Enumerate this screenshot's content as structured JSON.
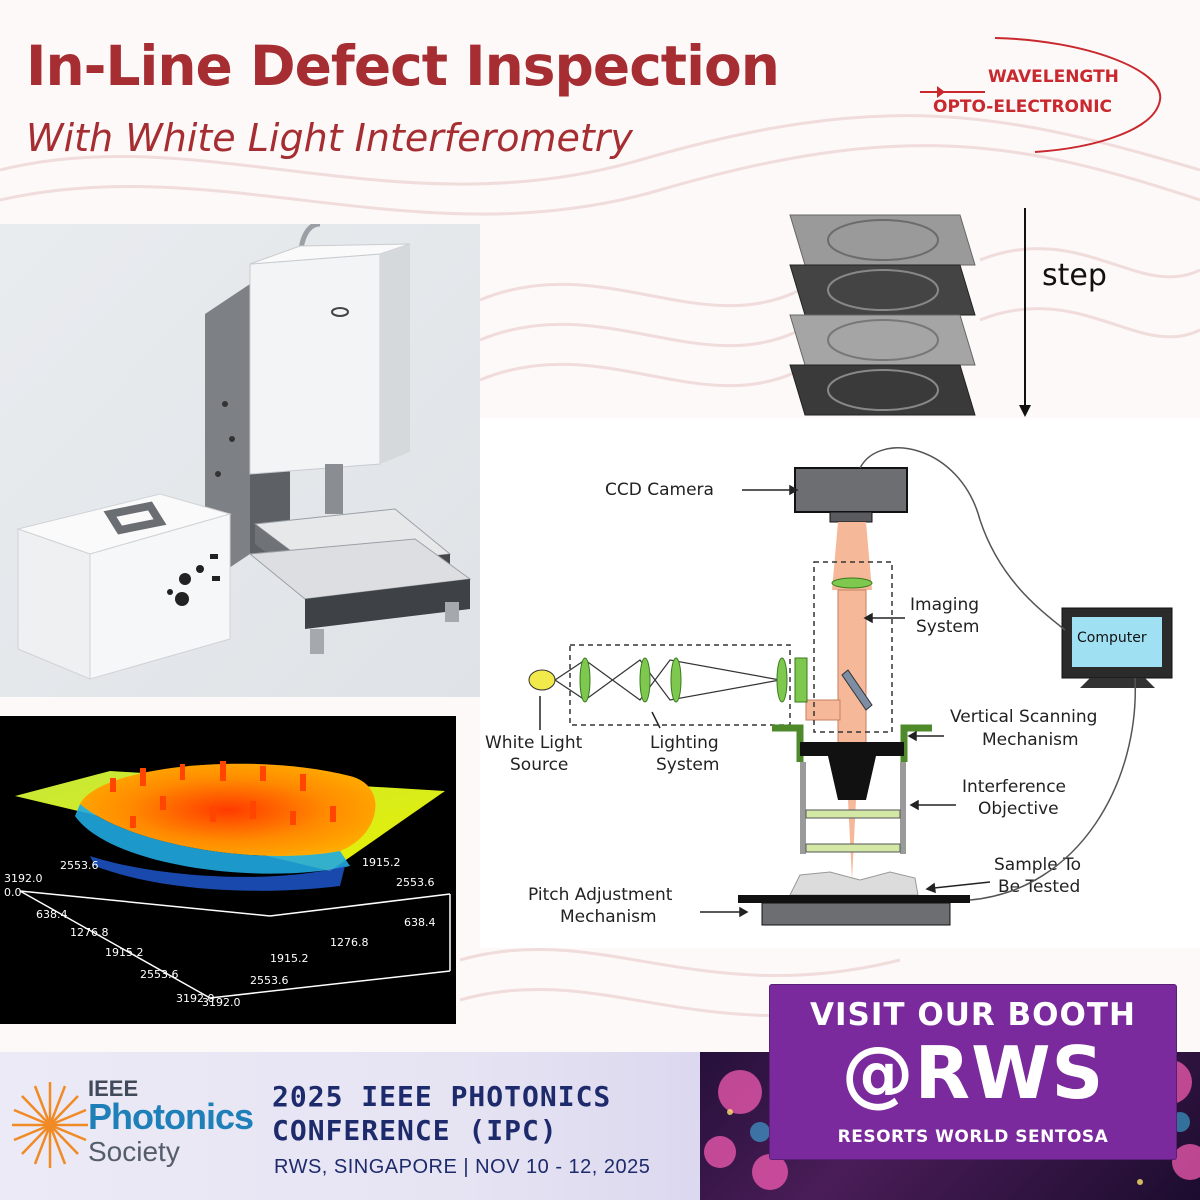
{
  "header": {
    "title": "In-Line Defect Inspection",
    "subtitle": "With White Light Interferometry"
  },
  "logo": {
    "line1": "WAVELENGTH",
    "line2": "OPTO-ELECTRONIC",
    "color": "#c8282e"
  },
  "stack_figure": {
    "label": "step"
  },
  "surface_plot": {
    "ticks_left": [
      "3192.0",
      "2553.6",
      "0.0",
      "638.4",
      "1276.8",
      "1915.2",
      "2553.6",
      "3192.0"
    ],
    "ticks_right": [
      "1915.2",
      "2553.6",
      "638.4",
      "1276.8",
      "1915.2",
      "2553.6",
      "3192.0"
    ]
  },
  "schematic": {
    "labels": {
      "ccd_camera": "CCD Camera",
      "imaging_system_1": "Imaging",
      "imaging_system_2": "System",
      "computer": "Computer",
      "vertical_scanning_1": "Vertical Scanning",
      "vertical_scanning_2": "Mechanism",
      "white_light_1": "White Light",
      "white_light_2": "Source",
      "lighting_1": "Lighting",
      "lighting_2": "System",
      "interference_1": "Interference",
      "interference_2": "Objective",
      "sample_1": "Sample To",
      "sample_2": "Be Tested",
      "pitch_1": "Pitch Adjustment",
      "pitch_2": "Mechanism"
    }
  },
  "booth": {
    "line1": "VISIT OUR BOOTH",
    "line2": "@RWS",
    "line3": "RESORTS WORLD SENTOSA",
    "color": "#7a2a9c"
  },
  "footer": {
    "society_top": "IEEE",
    "society_main": "Photonics",
    "society_bottom": "Society",
    "conference_line1": "2025 IEEE PHOTONICS",
    "conference_line2": "CONFERENCE (IPC)",
    "conference_line3": "RWS, SINGAPORE | NOV 10 - 12, 2025"
  }
}
